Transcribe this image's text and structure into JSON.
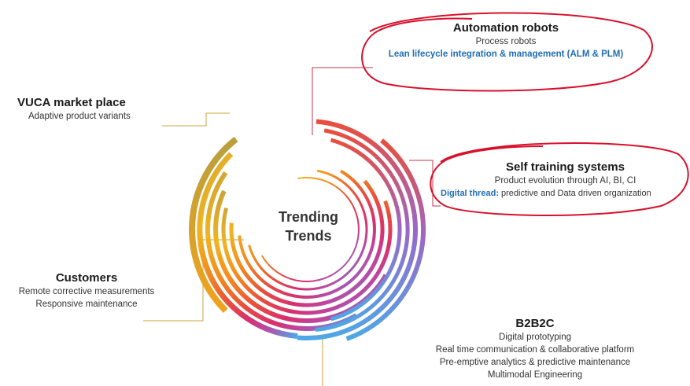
{
  "center": {
    "line1": "Trending",
    "line2": "Trends"
  },
  "blocks": {
    "automation": {
      "title": "Automation robots",
      "line1": "Process robots",
      "line2": "Lean lifecycle integration & management (ALM & PLM)"
    },
    "vuca": {
      "title": "VUCA market place",
      "line1": "Adaptive product variants"
    },
    "self_training": {
      "title": "Self training systems",
      "line1": "Product evolution through AI, BI, CI",
      "line2_highlight": "Digital thread:",
      "line2_rest": " predictive and Data driven organization"
    },
    "customers": {
      "title": "Customers",
      "line1": "Remote corrective measurements",
      "line2": "Responsive maintenance"
    },
    "b2b2c": {
      "title": "B2B2C",
      "line1": "Digital prototyping",
      "line2": "Real time communication & collaborative platform",
      "line3": "Pre-emptive analytics & predictive maintenance",
      "line4": "Multimodal Engineering"
    }
  },
  "colors": {
    "spiral_gradient": [
      "#c8a23a",
      "#f0b420",
      "#f28a1e",
      "#e94e3c",
      "#d8306e",
      "#b84aa6",
      "#6b8fd6",
      "#4ea8e6"
    ],
    "connector_gold": "#c9a53a",
    "connector_red": "#c8344a",
    "highlight_red": "#d8102a",
    "text_blue": "#1f6db5"
  }
}
